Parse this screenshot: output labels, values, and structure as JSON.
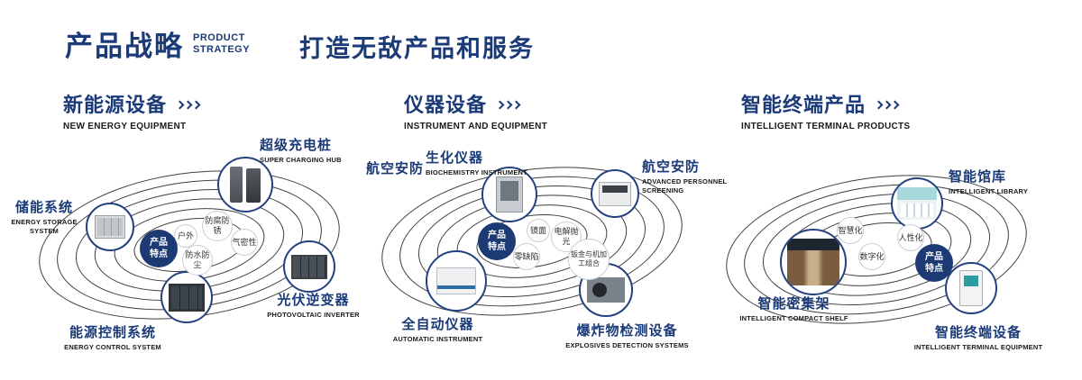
{
  "header": {
    "title_cn": "产品战略",
    "title_en_line1": "PRODUCT",
    "title_en_line2": "STRATEGY",
    "slogan": "打造无敌产品和服务"
  },
  "badge_label": "产品特点",
  "colors": {
    "navy": "#1b3a78",
    "badge_bg": "#1c3a74",
    "ring": "#3f3f3f"
  },
  "sections": [
    {
      "title_cn": "新能源设备",
      "title_en": "NEW ENERGY EQUIPMENT",
      "nodes": [
        {
          "cn": "储能系统",
          "en": "ENERGY STORAGE SYSTEM"
        },
        {
          "cn": "超级充电桩",
          "en": "SUPER CHARGING HUB"
        },
        {
          "cn": "光伏逆变器",
          "en": "PHOTOVOLTAIC INVERTER"
        },
        {
          "cn": "能源控制系统",
          "en": "ENERGY CONTROL SYSTEM"
        }
      ],
      "bubbles": [
        "户外",
        "防腐防锈",
        "气密性",
        "防水防尘"
      ]
    },
    {
      "title_cn": "仪器设备",
      "title_en": "INSTRUMENT AND EQUIPMENT",
      "side_label": "航空安防",
      "nodes": [
        {
          "cn": "生化仪器",
          "en": "BIOCHEMISTRY INSTRUMENT"
        },
        {
          "cn": "航空安防",
          "en": "ADVANCED PERSONNEL SCREENING"
        },
        {
          "cn": "全自动仪器",
          "en": "AUTOMATIC INSTRUMENT"
        },
        {
          "cn": "爆炸物检测设备",
          "en": "EXPLOSIVES DETECTION SYSTEMS"
        }
      ],
      "bubbles": [
        "镜面",
        "电解抛光",
        "零缺陷",
        "钣金与机加工组合"
      ]
    },
    {
      "title_cn": "智能终端产品",
      "title_en": "INTELLIGENT TERMINAL PRODUCTS",
      "nodes": [
        {
          "cn": "智能馆库",
          "en": "INTELLIGENT LIBRARY"
        },
        {
          "cn": "智能密集架",
          "en": "INTELLIGENT COMPACT SHELF"
        },
        {
          "cn": "智能终端设备",
          "en": "INTELLIGENT TERMINAL EQUIPMENT"
        }
      ],
      "bubbles": [
        "智慧化",
        "人性化",
        "数字化"
      ]
    }
  ]
}
